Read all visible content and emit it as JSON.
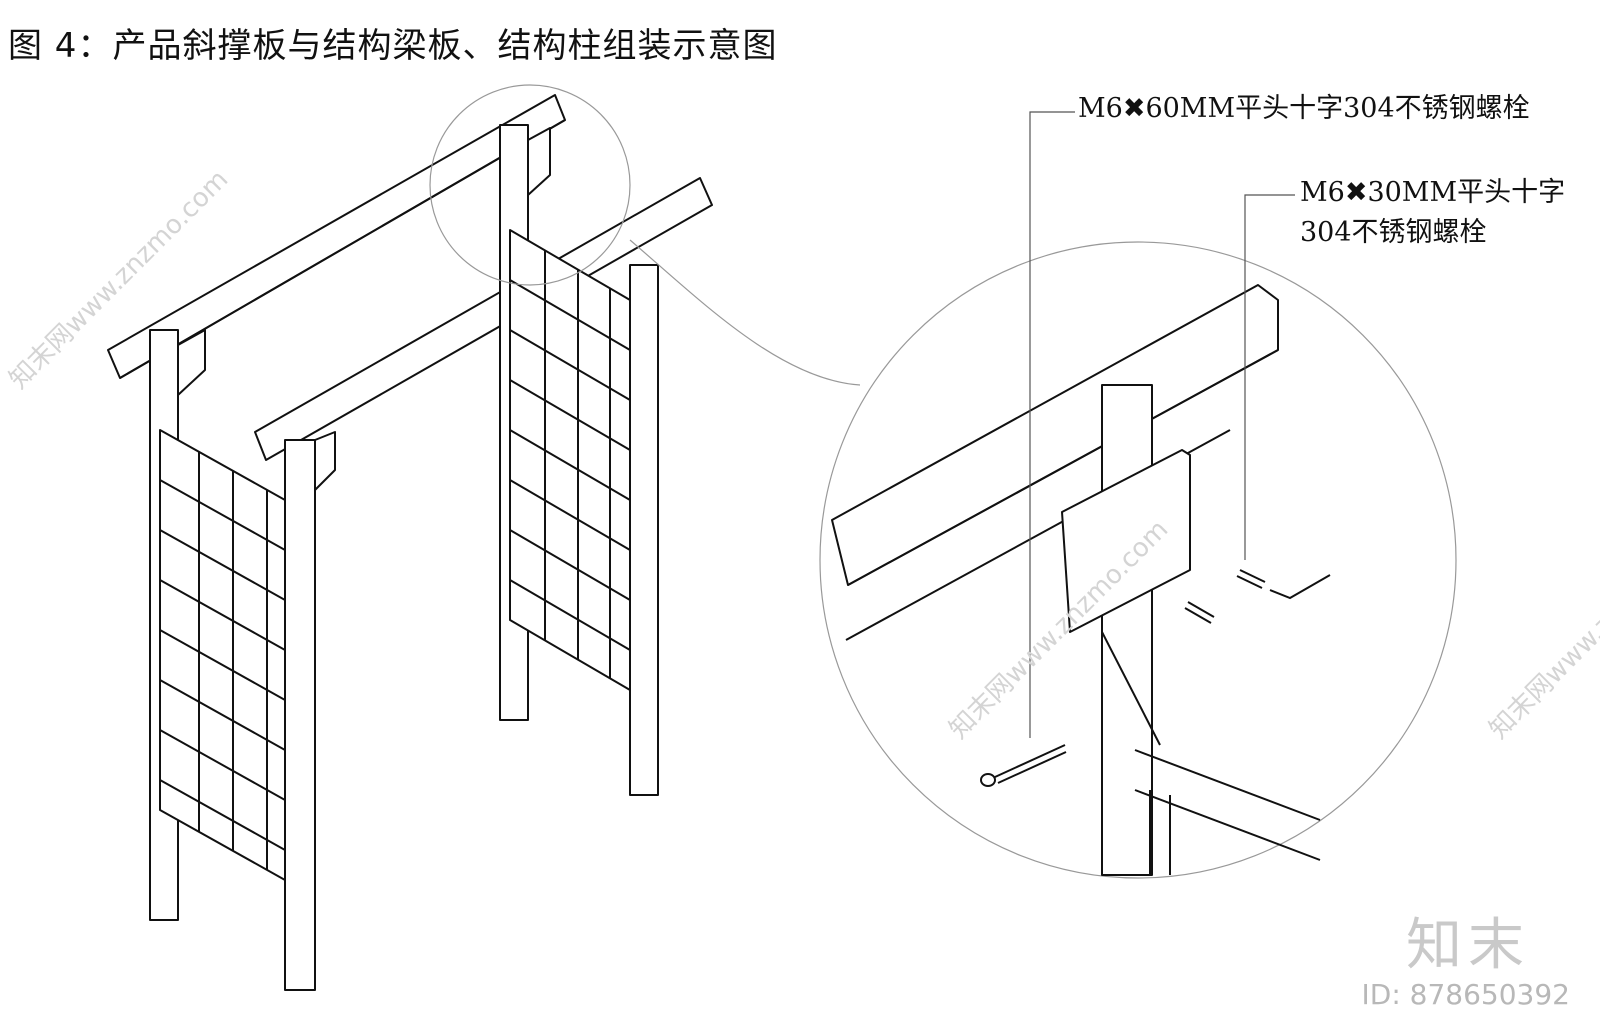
{
  "title": "图 4：产品斜撑板与结构梁板、结构柱组装示意图",
  "callouts": {
    "bolt_60": {
      "prefix": "M6",
      "mark": "✖",
      "suffix": "60MM平头十字304不锈钢螺栓"
    },
    "bolt_30": {
      "prefix": "M6",
      "mark": "✖",
      "suffix": "30MM平头十字",
      "line2": "304不锈钢螺栓"
    }
  },
  "watermark": {
    "text": "知末网www.znzmo.com"
  },
  "brand": {
    "logo": "知末",
    "id": "ID: 878650392"
  }
}
